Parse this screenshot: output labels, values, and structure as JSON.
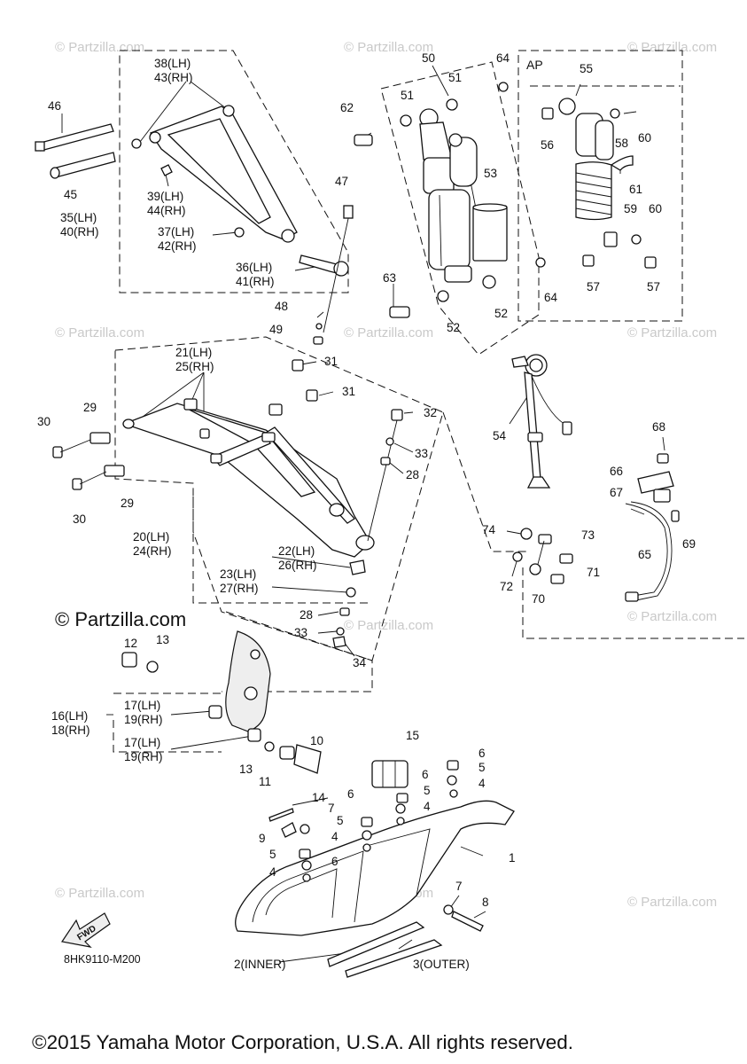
{
  "watermark": "© Partzilla.com",
  "brand_overlay": "© Partzilla.com",
  "diagram_code": "8HK9110-M200",
  "fwd_badge": "FWD",
  "ap_label": "AP",
  "copyright": "©2015 Yamaha Motor Corporation, U.S.A. All rights reserved.",
  "callouts": [
    {
      "id": "c38",
      "text": "38(LH)"
    },
    {
      "id": "c43",
      "text": "43(RH)"
    },
    {
      "id": "c46",
      "text": "46"
    },
    {
      "id": "c45",
      "text": "45"
    },
    {
      "id": "c39",
      "text": "39(LH)"
    },
    {
      "id": "c44",
      "text": "44(RH)"
    },
    {
      "id": "c35",
      "text": "35(LH)"
    },
    {
      "id": "c40",
      "text": "40(RH)"
    },
    {
      "id": "c37",
      "text": "37(LH)"
    },
    {
      "id": "c42",
      "text": "42(RH)"
    },
    {
      "id": "c47",
      "text": "47"
    },
    {
      "id": "c36",
      "text": "36(LH)"
    },
    {
      "id": "c41",
      "text": "41(RH)"
    },
    {
      "id": "c50",
      "text": "50"
    },
    {
      "id": "c64a",
      "text": "64"
    },
    {
      "id": "c51a",
      "text": "51"
    },
    {
      "id": "c51b",
      "text": "51"
    },
    {
      "id": "c62",
      "text": "62"
    },
    {
      "id": "c53",
      "text": "53"
    },
    {
      "id": "c63",
      "text": "63"
    },
    {
      "id": "c52a",
      "text": "52"
    },
    {
      "id": "c52b",
      "text": "52"
    },
    {
      "id": "c64b",
      "text": "64"
    },
    {
      "id": "c55",
      "text": "55"
    },
    {
      "id": "c56",
      "text": "56"
    },
    {
      "id": "c58",
      "text": "58"
    },
    {
      "id": "c60a",
      "text": "60"
    },
    {
      "id": "c61",
      "text": "61"
    },
    {
      "id": "c59",
      "text": "59"
    },
    {
      "id": "c60b",
      "text": "60"
    },
    {
      "id": "c57a",
      "text": "57"
    },
    {
      "id": "c57b",
      "text": "57"
    },
    {
      "id": "c48",
      "text": "48"
    },
    {
      "id": "c49",
      "text": "49"
    },
    {
      "id": "c21",
      "text": "21(LH)"
    },
    {
      "id": "c25",
      "text": "25(RH)"
    },
    {
      "id": "c31a",
      "text": "31"
    },
    {
      "id": "c31b",
      "text": "31"
    },
    {
      "id": "c29a",
      "text": "29"
    },
    {
      "id": "c30a",
      "text": "30"
    },
    {
      "id": "c32",
      "text": "32"
    },
    {
      "id": "c33a",
      "text": "33"
    },
    {
      "id": "c28a",
      "text": "28"
    },
    {
      "id": "c54",
      "text": "54"
    },
    {
      "id": "c30b",
      "text": "30"
    },
    {
      "id": "c29b",
      "text": "29"
    },
    {
      "id": "c68",
      "text": "68"
    },
    {
      "id": "c66",
      "text": "66"
    },
    {
      "id": "c67",
      "text": "67"
    },
    {
      "id": "c69",
      "text": "69"
    },
    {
      "id": "c20",
      "text": "20(LH)"
    },
    {
      "id": "c24",
      "text": "24(RH)"
    },
    {
      "id": "c22",
      "text": "22(LH)"
    },
    {
      "id": "c26",
      "text": "26(RH)"
    },
    {
      "id": "c23",
      "text": "23(LH)"
    },
    {
      "id": "c27",
      "text": "27(RH)"
    },
    {
      "id": "c74",
      "text": "74"
    },
    {
      "id": "c73",
      "text": "73"
    },
    {
      "id": "c65",
      "text": "65"
    },
    {
      "id": "c72",
      "text": "72"
    },
    {
      "id": "c71",
      "text": "71"
    },
    {
      "id": "c70",
      "text": "70"
    },
    {
      "id": "c28b",
      "text": "28"
    },
    {
      "id": "c33b",
      "text": "33"
    },
    {
      "id": "c34",
      "text": "34"
    },
    {
      "id": "c12",
      "text": "12"
    },
    {
      "id": "c13a",
      "text": "13"
    },
    {
      "id": "c17a",
      "text": "17(LH)"
    },
    {
      "id": "c19a",
      "text": "19(RH)"
    },
    {
      "id": "c16",
      "text": "16(LH)"
    },
    {
      "id": "c18",
      "text": "18(RH)"
    },
    {
      "id": "c17b",
      "text": "17(LH)"
    },
    {
      "id": "c19b",
      "text": "19(RH)"
    },
    {
      "id": "c10",
      "text": "10"
    },
    {
      "id": "c15",
      "text": "15"
    },
    {
      "id": "c6a",
      "text": "6"
    },
    {
      "id": "c5a",
      "text": "5"
    },
    {
      "id": "c4a",
      "text": "4"
    },
    {
      "id": "c13b",
      "text": "13"
    },
    {
      "id": "c11",
      "text": "11"
    },
    {
      "id": "c6b",
      "text": "6"
    },
    {
      "id": "c5b",
      "text": "5"
    },
    {
      "id": "c4b",
      "text": "4"
    },
    {
      "id": "c14",
      "text": "14"
    },
    {
      "id": "c7a",
      "text": "7"
    },
    {
      "id": "c9",
      "text": "9"
    },
    {
      "id": "c6c",
      "text": "6"
    },
    {
      "id": "c5c",
      "text": "5"
    },
    {
      "id": "c4c",
      "text": "4"
    },
    {
      "id": "c5d",
      "text": "5"
    },
    {
      "id": "c6d",
      "text": "6"
    },
    {
      "id": "c4d",
      "text": "4"
    },
    {
      "id": "c1",
      "text": "1"
    },
    {
      "id": "c7b",
      "text": "7"
    },
    {
      "id": "c8",
      "text": "8"
    },
    {
      "id": "c2",
      "text": "2(INNER)"
    },
    {
      "id": "c3",
      "text": "3(OUTER)"
    }
  ]
}
